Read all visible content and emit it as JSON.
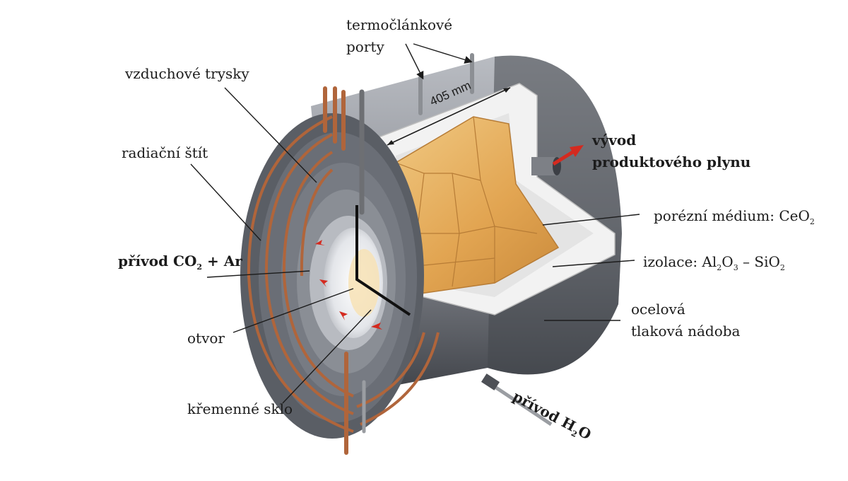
{
  "labels": {
    "thermocouple_ports_line1": "termočlánkové",
    "thermocouple_ports_line2": "porty",
    "air_jets": "vzduchové trysky",
    "radiation_shield": "radiační štít",
    "inlet_co2_ar_a": "přívod CO",
    "inlet_co2_ar_sub": "2",
    "inlet_co2_ar_b": " + Ar",
    "aperture": "otvor",
    "quartz_glass": "křemenné sklo",
    "outlet_line1": "vývod",
    "outlet_line2": "produktového plynu",
    "porous_medium_a": "porézní médium: CeO",
    "porous_medium_sub": "2",
    "insulation_a": "izolace: Al",
    "insulation_sub1": "2",
    "insulation_b": "O",
    "insulation_sub2": "3",
    "insulation_c": " – SiO",
    "insulation_sub3": "2",
    "vessel_line1": "ocelová",
    "vessel_line2": "tlaková nádoba",
    "inlet_h2o_a": "přívod H",
    "inlet_h2o_sub": "2",
    "inlet_h2o_b": "O",
    "dimension": "405 mm"
  },
  "colors": {
    "steel_dark": "#5b5f66",
    "steel_light": "#c9ccd1",
    "copper": "#b0653b",
    "ceria": "#e8b35c",
    "insulation": "#eeeeee",
    "arrow": "#d42a1f"
  }
}
